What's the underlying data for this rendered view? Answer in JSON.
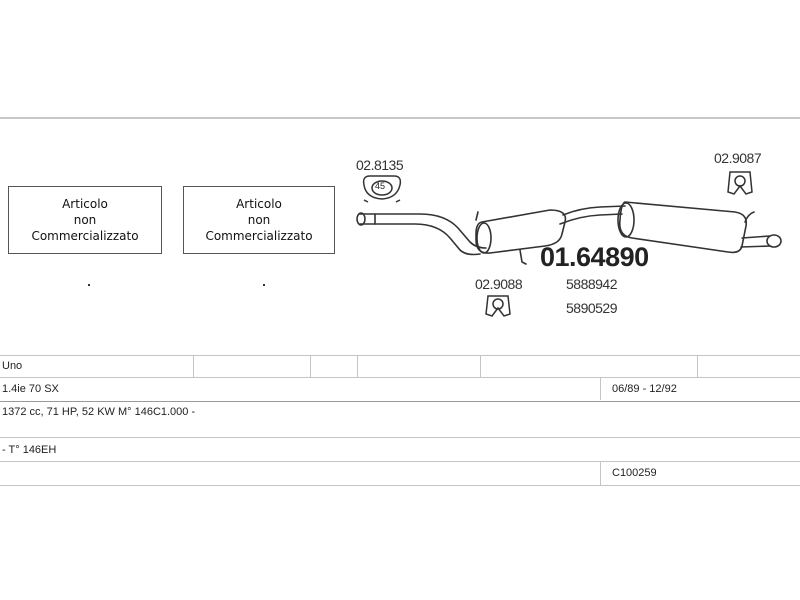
{
  "boxes": [
    {
      "line1": "Articolo",
      "line2": "non",
      "line3": "Commercializzato"
    },
    {
      "line1": "Articolo",
      "line2": "non",
      "line3": "Commercializzato"
    }
  ],
  "dots": [
    ".",
    "."
  ],
  "parts": {
    "hanger_top": "02.8135",
    "hanger_top_badge": "45",
    "hanger_right": "02.9087",
    "hanger_bottom": "02.9088",
    "main_code": "01.64890",
    "oem_1": "5888942",
    "oem_2": "5890529"
  },
  "table": {
    "row1": {
      "model": "Uno"
    },
    "row2": {
      "version": "1.4ie 70 SX",
      "dates": "06/89 - 12/92"
    },
    "row3": {
      "engine": "1372 cc, 71 HP, 52 KW  M° 146C1.000 -"
    },
    "row4": {
      "type": "- T° 146EH"
    },
    "row5": {
      "ref": "C100259"
    }
  }
}
